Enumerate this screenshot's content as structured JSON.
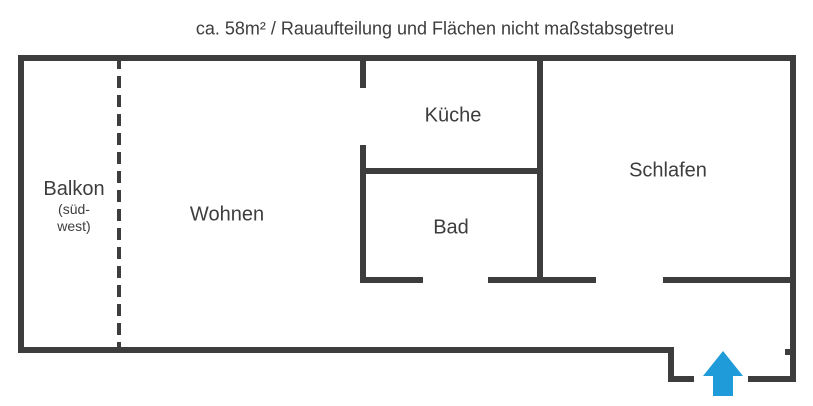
{
  "title": "ca. 58m² / Rauaufteilung und Flächen nicht maßstabsgetreu",
  "rooms": {
    "balkon": {
      "label": "Balkon",
      "sub_line1": "(süd-",
      "sub_line2": "west)"
    },
    "wohnen": {
      "label": "Wohnen"
    },
    "kueche": {
      "label": "Küche"
    },
    "bad": {
      "label": "Bad"
    },
    "schlafen": {
      "label": "Schlafen"
    }
  },
  "icons": {
    "entrance_arrow": "up-arrow-entrance-marker"
  },
  "colors": {
    "wall": "#3d3d3d",
    "text": "#3d3d3d",
    "entrance_arrow": "#1e9bd8",
    "background": "#ffffff"
  }
}
